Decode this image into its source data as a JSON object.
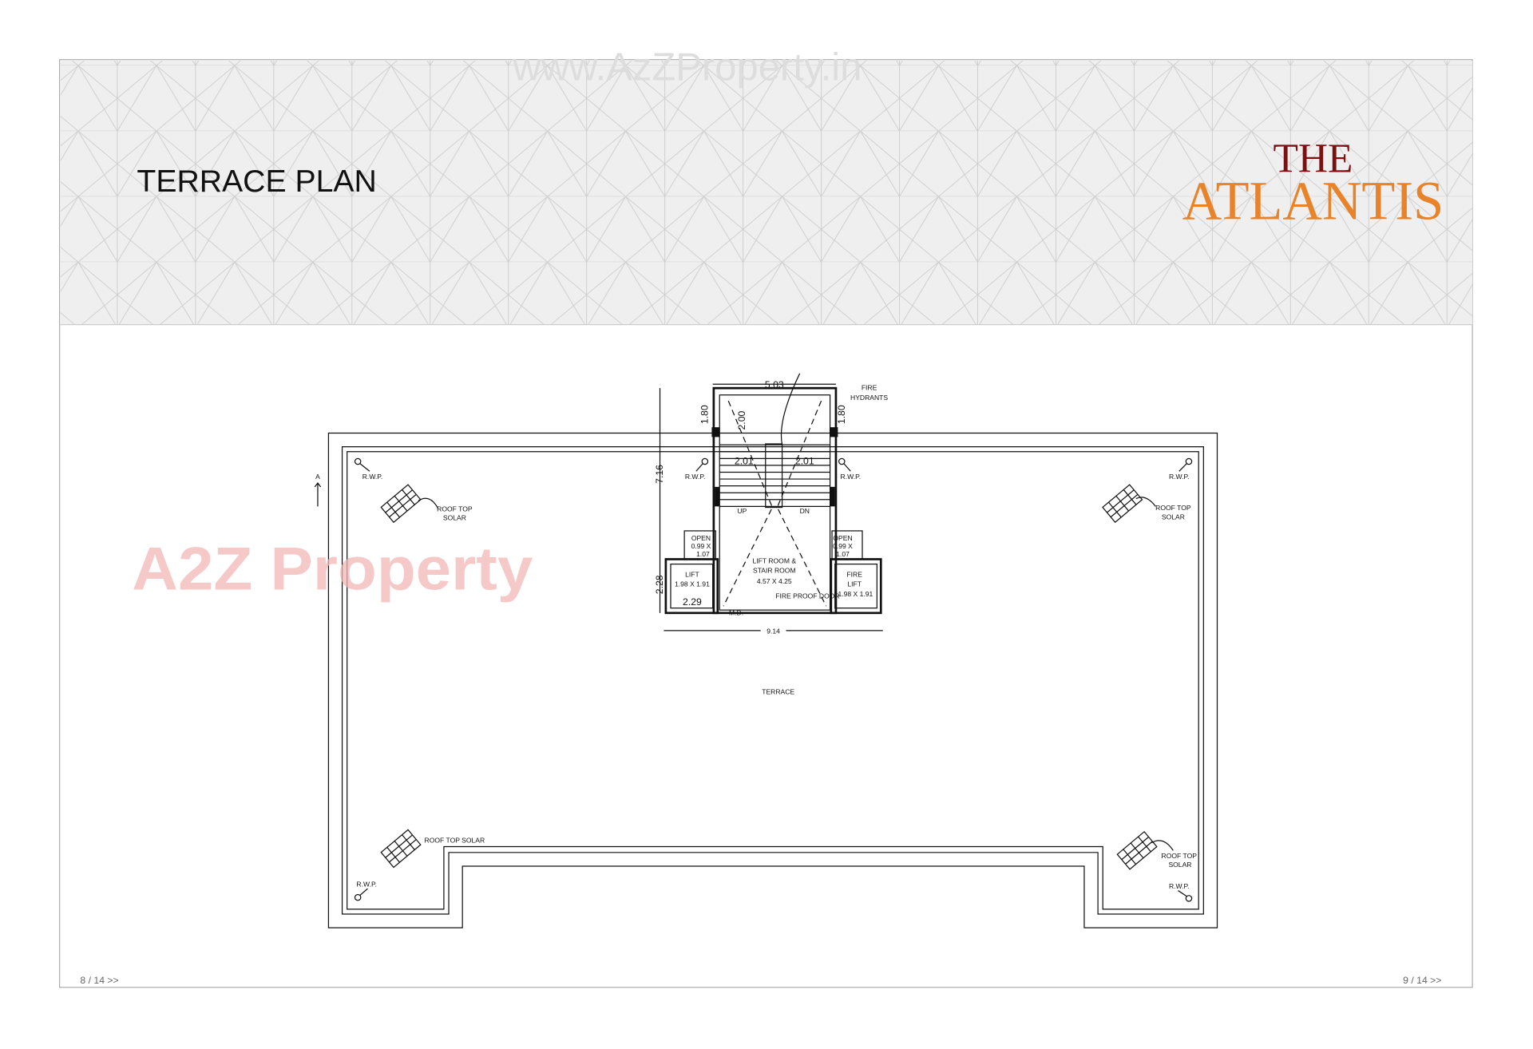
{
  "header": {
    "title": "TERRACE PLAN",
    "watermark_url": "www.AzZProperty.in",
    "brand": {
      "line1": "THE",
      "line2": "ATLANTIS",
      "line1_color": "#7a1010",
      "line2_color": "#e8832a"
    }
  },
  "watermark_logo": "A2Z Property",
  "plan": {
    "dims": {
      "top": "5.03",
      "left_top": "1.80",
      "right_top": "1.80",
      "inner": "2.00",
      "stair_left": "2.01",
      "stair_right": "2.01",
      "height": "7.16",
      "lift_h": "2.28",
      "lift_w": "2.29",
      "overall": "9.14"
    },
    "labels": {
      "fire_hydrants_1": "FIRE",
      "fire_hydrants_2": "HYDRANTS",
      "rwp": "R.W.P.",
      "up": "UP",
      "dn": "DN",
      "open_left_1": "OPEN",
      "open_left_2": "0.99 X",
      "open_left_3": "1.07",
      "open_right_1": "OPEN",
      "open_right_2": "0.99 X",
      "open_right_3": "1.07",
      "lift_1": "LIFT",
      "lift_2": "1.98 X 1.91",
      "fire_lift_1": "FIRE",
      "fire_lift_2": "LIFT",
      "fire_lift_3": "1.98 X 1.91",
      "lift_room_1": "LIFT ROOM &",
      "lift_room_2": "STAIR ROOM",
      "lift_room_3": "4.57 X 4.25",
      "md": "M.D.",
      "fire_door": "FIRE PROOF DOOR",
      "roof_solar_1": "ROOF TOP",
      "roof_solar_2": "SOLAR",
      "roof_solar_full": "ROOF TOP SOLAR",
      "terrace": "TERRACE",
      "section": "A"
    }
  },
  "footer": {
    "left_page": "8 / 14 >>",
    "right_page": "9 / 14 >>"
  }
}
